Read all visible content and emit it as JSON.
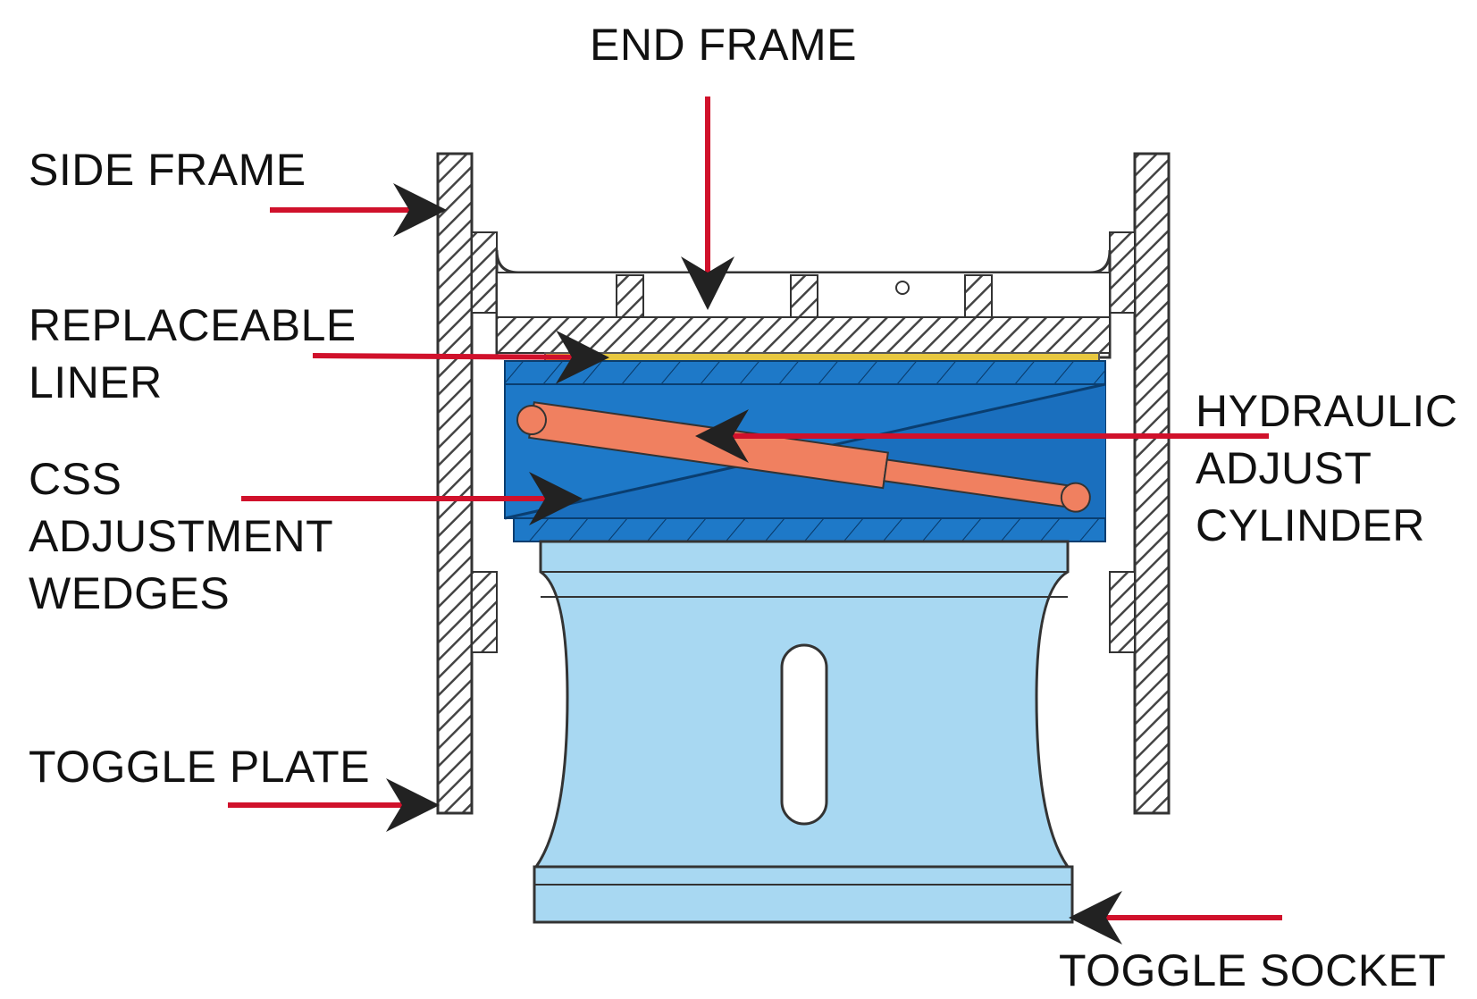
{
  "diagram": {
    "labels": {
      "end_frame": "END FRAME",
      "side_frame": "SIDE FRAME",
      "replaceable_liner": [
        "REPLACEABLE",
        "LINER"
      ],
      "css_adjustment_wedges": [
        "CSS",
        "ADJUSTMENT",
        "WEDGES"
      ],
      "hydraulic_adjust_cylinder": [
        "HYDRAULIC",
        "ADJUST",
        "CYLINDER"
      ],
      "toggle_plate": "TOGGLE PLATE",
      "toggle_socket": "TOGGLE SOCKET"
    },
    "colors": {
      "leader_arrow": "#d0112b",
      "wedge_block": "#1e79c8",
      "wedge_dark": "#0f5fa8",
      "cylinder": "#f08060",
      "liner": "#e8c840",
      "toggle_block": "#a8d8f2",
      "frame_hatch": "#444444"
    }
  }
}
